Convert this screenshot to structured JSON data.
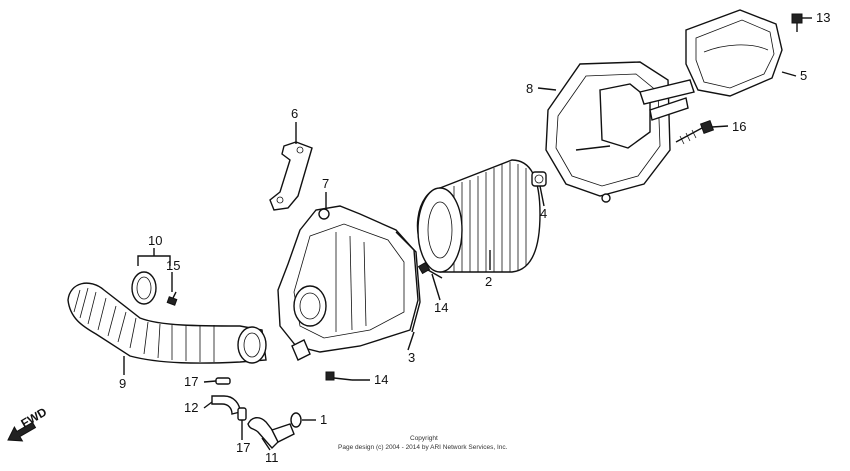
{
  "callouts": [
    {
      "id": "c1",
      "label": "1"
    },
    {
      "id": "c2",
      "label": "2"
    },
    {
      "id": "c3",
      "label": "3"
    },
    {
      "id": "c4",
      "label": "4"
    },
    {
      "id": "c5",
      "label": "5"
    },
    {
      "id": "c6",
      "label": "6"
    },
    {
      "id": "c7",
      "label": "7"
    },
    {
      "id": "c8",
      "label": "8"
    },
    {
      "id": "c9",
      "label": "9"
    },
    {
      "id": "c10",
      "label": "10"
    },
    {
      "id": "c11",
      "label": "11"
    },
    {
      "id": "c12",
      "label": "12"
    },
    {
      "id": "c13",
      "label": "13"
    },
    {
      "id": "c14a",
      "label": "14"
    },
    {
      "id": "c14b",
      "label": "14"
    },
    {
      "id": "c15",
      "label": "15"
    },
    {
      "id": "c16",
      "label": "16"
    },
    {
      "id": "c17a",
      "label": "17"
    },
    {
      "id": "c17b",
      "label": "17"
    }
  ],
  "fwd": {
    "label": "FWD"
  },
  "copyright": {
    "line1": "Copyright",
    "line2": "Page design (c) 2004 - 2014 by ARI Network Services, Inc."
  }
}
